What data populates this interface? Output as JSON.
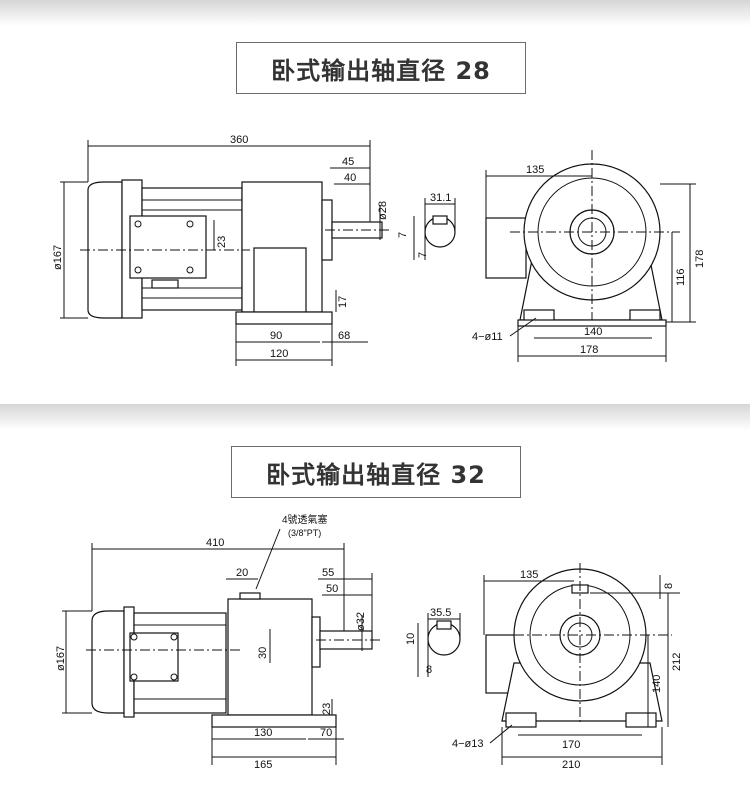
{
  "sections": [
    {
      "title": "卧式输出轴直径 28",
      "dims": {
        "total_length": "360",
        "shaft_45": "45",
        "shaft_40": "40",
        "shaft_dia": "ø28",
        "motor_dia": "ø167",
        "center_23": "23",
        "h17": "17",
        "b90": "90",
        "b68": "68",
        "b120": "120",
        "key_31": "31.1",
        "key_7a": "7",
        "key_7b": "7",
        "w135": "135",
        "h178": "178",
        "h116": "116",
        "holes": "4−ø11",
        "w140": "140",
        "w178": "178"
      }
    },
    {
      "title": "卧式输出轴直径 32",
      "dims": {
        "vent_note_1": "4號透氣塞",
        "vent_note_2": "(3/8\"PT)",
        "total_length": "410",
        "d20": "20",
        "shaft_55": "55",
        "shaft_50": "50",
        "shaft_dia": "ø32",
        "motor_dia": "ø167",
        "center_30": "30",
        "h23": "23",
        "b130": "130",
        "b70": "70",
        "b165": "165",
        "key_35": "35.5",
        "key_10": "10",
        "key_8": "8",
        "w135": "135",
        "h8": "8",
        "h212": "212",
        "h140": "140",
        "holes": "4−ø13",
        "w170": "170",
        "w210": "210"
      }
    }
  ]
}
